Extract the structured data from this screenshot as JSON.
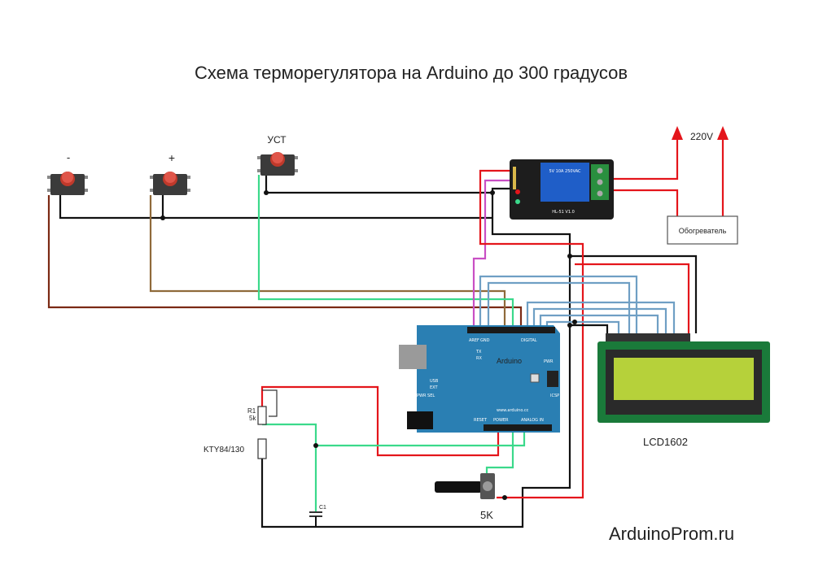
{
  "title": "Схема терморегулятора на Arduino до 300 градусов",
  "buttons": {
    "minus": "-",
    "plus": "+",
    "set": "УСТ"
  },
  "relay": {
    "voltage": "220V",
    "heater": "Обогреватель",
    "module_label": "HL-51 V1.0",
    "relay_text": "5V 10A 250VAC"
  },
  "arduino": {
    "brand": "Arduino",
    "digital": "DIGITAL",
    "power": "POWER",
    "analog": "ANALOG IN",
    "aref": "AREF",
    "gnd": "GND",
    "usb": "USB",
    "ext": "EXT",
    "pwrsel": "PWR SEL",
    "icsp": "ICSP",
    "pwr": "PWR",
    "tx": "TX",
    "rx": "RX",
    "reset": "RESET",
    "url": "www.arduino.cc"
  },
  "sensor": {
    "r1": "R1",
    "r1_value": "5k",
    "thermistor": "KTY84/130",
    "capacitor": "C1"
  },
  "potentiometer": {
    "value": "5K"
  },
  "lcd": {
    "label": "LCD1602"
  },
  "site": "ArduinoProm.ru",
  "colors": {
    "red": "#e4151b",
    "brown": "#7b2a14",
    "tan": "#8f6a3a",
    "green": "#3bd98b",
    "magenta": "#c94fc4",
    "blue": "#6f9fc4",
    "black": "#111111",
    "board": "#2a7fb3",
    "lcd_screen": "#b6d13a"
  }
}
